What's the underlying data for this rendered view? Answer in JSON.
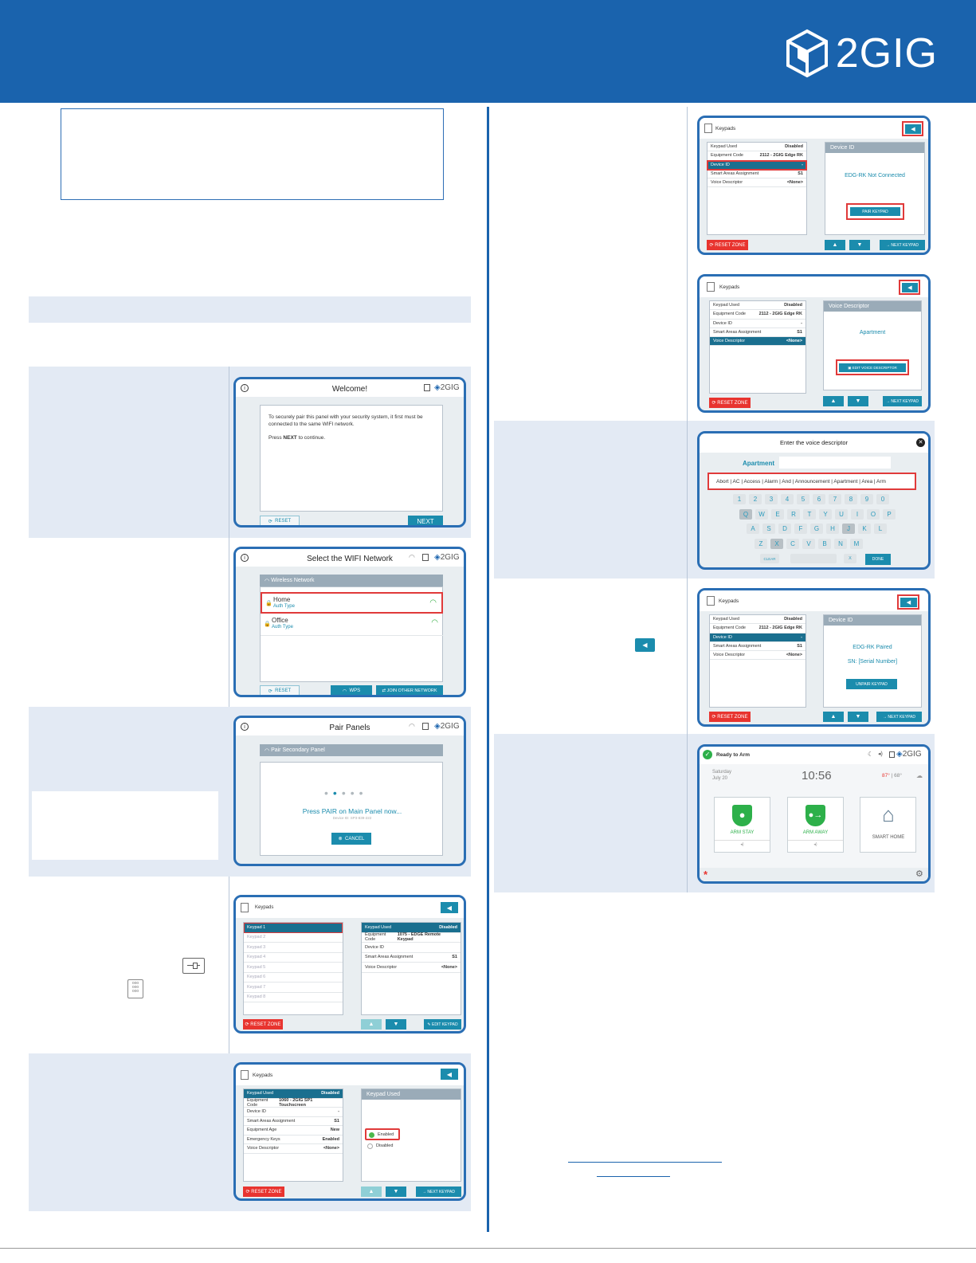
{
  "brand": {
    "logo_text": "2GIG"
  },
  "welcome": {
    "title": "Welcome!",
    "line1": "To securely pair this panel with your security system, it first must be connected to the same WIFI network.",
    "press": "Press ",
    "next_word": "NEXT",
    "continue": " to continue.",
    "reset": "RESET",
    "next": "NEXT"
  },
  "wifi": {
    "title": "Select the WIFI Network",
    "header": "Wireless Network",
    "networks": [
      {
        "name": "Home",
        "auth": "Auth Type"
      },
      {
        "name": "Office",
        "auth": "Auth Type"
      }
    ],
    "reset": "RESET",
    "wps": "WPS",
    "join": "JOIN OTHER NETWORK"
  },
  "pair": {
    "title": "Pair Panels",
    "header": "Pair Secondary Panel",
    "message": "Press PAIR on Main Panel now...",
    "device_id": "Device ID: SP3-839-222",
    "cancel": "CANCEL"
  },
  "keypads1": {
    "title": "Keypads",
    "list": [
      "Keypad 1",
      "Keypad 2",
      "Keypad 3",
      "Keypad 4",
      "Keypad 5",
      "Keypad 6",
      "Keypad 7",
      "Keypad 8"
    ],
    "detail": [
      {
        "k": "Keypad Used",
        "v": "Disabled"
      },
      {
        "k": "Equipment Code",
        "v": "1075 - EDGE Remote Keypad"
      },
      {
        "k": "Device ID",
        "v": ""
      },
      {
        "k": "Smart Areas Assignment",
        "v": "S1"
      },
      {
        "k": "Voice Descriptor",
        "v": "<None>"
      }
    ],
    "reset_zone": "RESET ZONE",
    "edit_keypad": "EDIT KEYPAD"
  },
  "keypads2": {
    "title": "Keypads",
    "detail": [
      {
        "k": "Keypad Used",
        "v": "Disabled"
      },
      {
        "k": "Equipment Code",
        "v": "1060 - 2GIG SP1 Touchscreen"
      },
      {
        "k": "Device ID",
        "v": "-"
      },
      {
        "k": "Smart Areas Assignment",
        "v": "S1"
      },
      {
        "k": "Equipment Age",
        "v": "New"
      },
      {
        "k": "Emergency Keys",
        "v": "Enabled"
      },
      {
        "k": "Voice Descriptor",
        "v": "<None>"
      }
    ],
    "panel_header": "Keypad Used",
    "enabled": "Enabled",
    "disabled": "Disabled",
    "reset_zone": "RESET ZONE",
    "next_keypad": "NEXT KEYPAD"
  },
  "keypads3": {
    "title": "Keypads",
    "detail": [
      {
        "k": "Keypad Used",
        "v": "Disabled"
      },
      {
        "k": "Equipment Code",
        "v": "2112 - 2GIG Edge RK"
      },
      {
        "k": "Device ID",
        "v": "-"
      },
      {
        "k": "Smart Areas Assignment",
        "v": "S1"
      },
      {
        "k": "Voice Descriptor",
        "v": "<None>"
      }
    ],
    "panel_header": "Device ID",
    "status": "EDG-RK Not Connected",
    "pair_keypad": "PAIR KEYPAD",
    "reset_zone": "RESET ZONE",
    "next_keypad": "NEXT KEYPAD"
  },
  "keypads4": {
    "title": "Keypads",
    "panel_header": "Voice Descriptor",
    "value": "Apartment",
    "edit": "EDIT VOICE DESCRIPTOR",
    "reset_zone": "RESET ZONE",
    "next_keypad": "NEXT KEYPAD"
  },
  "voice": {
    "title": "Enter the voice descriptor",
    "field": "Apartment",
    "suggestions": "Abort | AC | Access | Alarm | And | Announcement | Apartment | Area | Arm",
    "row1": [
      "1",
      "2",
      "3",
      "4",
      "5",
      "6",
      "7",
      "8",
      "9",
      "0"
    ],
    "row2": [
      "Q",
      "W",
      "E",
      "R",
      "T",
      "Y",
      "U",
      "I",
      "O",
      "P"
    ],
    "row3": [
      "A",
      "S",
      "D",
      "F",
      "G",
      "H",
      "J",
      "K",
      "L"
    ],
    "row4": [
      "Z",
      "X",
      "C",
      "V",
      "B",
      "N",
      "M"
    ],
    "clear": "CLEAR",
    "x": "X",
    "done": "DONE"
  },
  "keypads5": {
    "title": "Keypads",
    "panel_header": "Device ID",
    "status": "EDG-RK Paired",
    "serial": "SN: [Serial Number]",
    "unpair": "UNPAIR KEYPAD",
    "reset_zone": "RESET ZONE",
    "next_keypad": "NEXT KEYPAD"
  },
  "home": {
    "status": "Ready to Arm",
    "day": "Saturday",
    "date": "July 20",
    "time": "10:56",
    "temp_hi": "87°",
    "sep": " | ",
    "temp_lo": "68°",
    "arm_stay": "ARM STAY",
    "arm_away": "ARM AWAY",
    "smart_home": "SMART HOME",
    "logo": "2GIG"
  }
}
